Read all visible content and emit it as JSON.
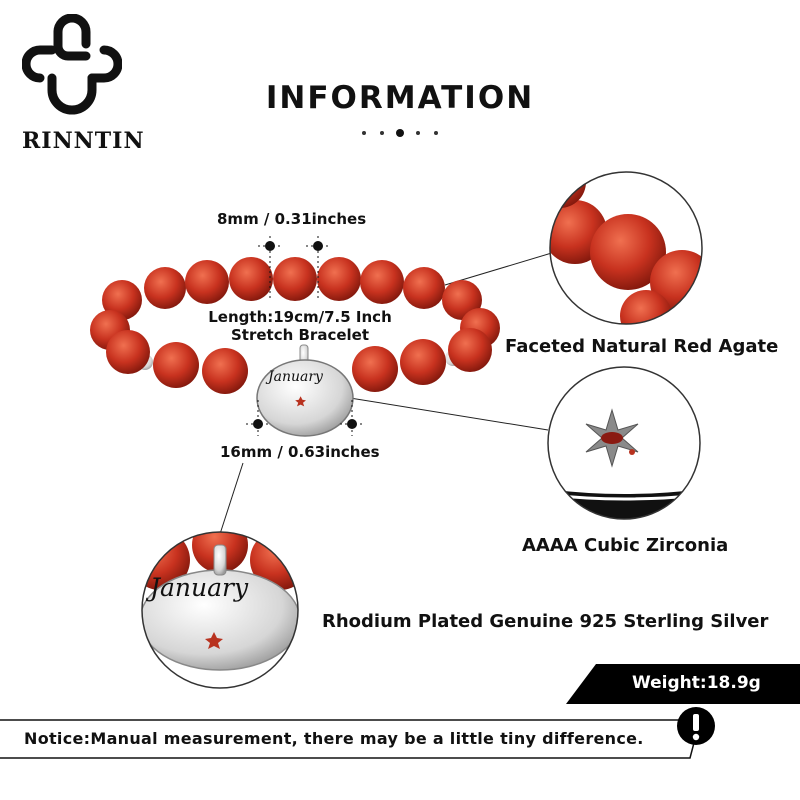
{
  "brand": {
    "name": "RINNTIN",
    "logo": "quatrefoil-knot-logo"
  },
  "header": {
    "title": "INFORMATION"
  },
  "dimensions": {
    "bead": "8mm / 0.31inches",
    "length_line1": "Length:19cm/7.5 Inch",
    "length_line2": "Stretch Bracelet",
    "charm": "16mm / 0.63inches"
  },
  "charm": {
    "engraving": "January"
  },
  "callouts": {
    "agate": "Faceted Natural Red Agate",
    "zirconia": "AAAA Cubic Zirconia",
    "silver": "Rhodium Plated Genuine 925 Sterling Silver"
  },
  "weight": "Weight:18.9g",
  "notice": "Notice:Manual measurement, there may be a little tiny difference.",
  "colors": {
    "agate": "#c8321f",
    "agate_dark": "#8f1c10",
    "silver": "#d9d9d9",
    "ink": "#111111"
  },
  "icons": [
    "exclamation-icon",
    "star-icon"
  ]
}
